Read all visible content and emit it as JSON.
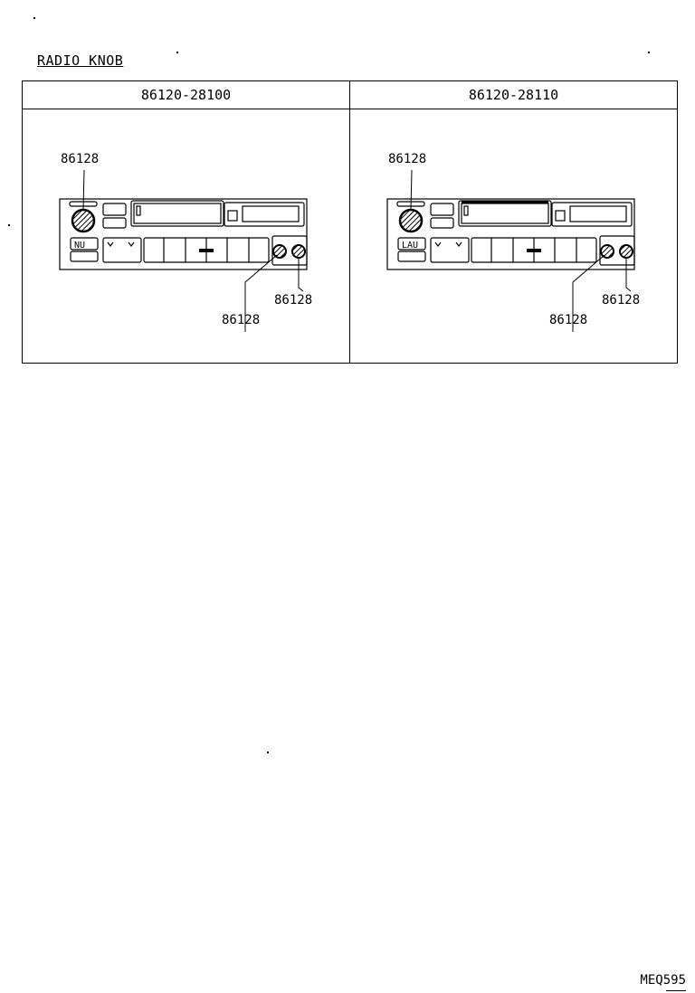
{
  "title": "RADIO KNOB",
  "table": {
    "columns": [
      {
        "part_number": "86120-28100",
        "callouts": {
          "top_left": "86128",
          "bottom_right": "86128",
          "bottom_mid": "86128"
        }
      },
      {
        "part_number": "86120-28110",
        "callouts": {
          "top_left": "86128",
          "bottom_right": "86128",
          "bottom_mid": "86128"
        }
      }
    ]
  },
  "figure_code": "MEQ595"
}
